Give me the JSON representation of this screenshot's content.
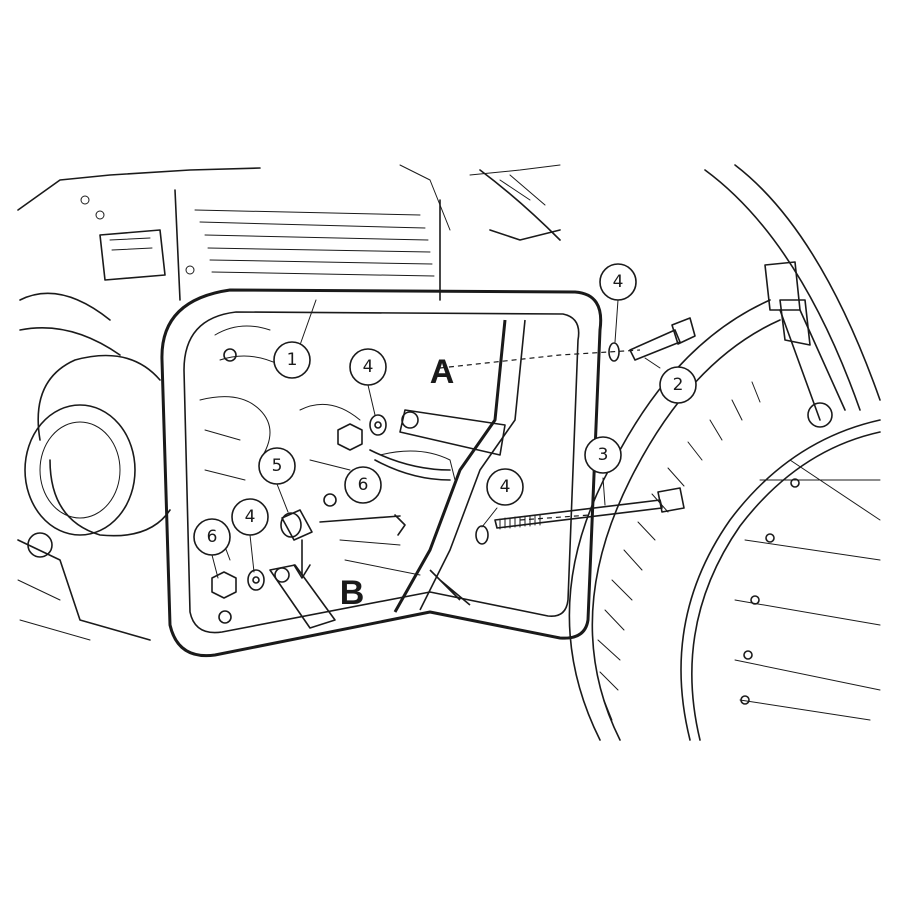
{
  "callouts": [
    {
      "id": "c1",
      "label": "1"
    },
    {
      "id": "c4a",
      "label": "4"
    },
    {
      "id": "c4b",
      "label": "4"
    },
    {
      "id": "c4c",
      "label": "4"
    },
    {
      "id": "c4d",
      "label": "4"
    },
    {
      "id": "c2",
      "label": "2"
    },
    {
      "id": "c3",
      "label": "3"
    },
    {
      "id": "c5",
      "label": "5"
    },
    {
      "id": "c6a",
      "label": "6"
    },
    {
      "id": "c6b",
      "label": "6"
    }
  ],
  "mount_points": {
    "a": "A",
    "b": "B"
  }
}
